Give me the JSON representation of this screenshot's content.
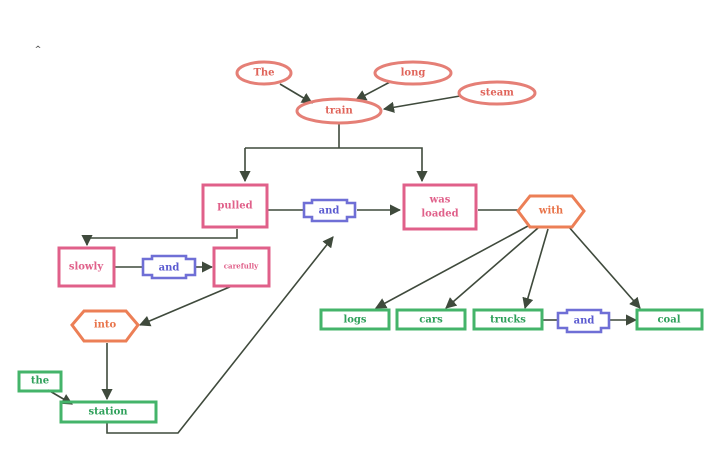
{
  "colors": {
    "oval": "#e57f76",
    "oval_text": "#e0645a",
    "box_pink": "#e0608a",
    "box_pink_text": "#e0608a",
    "conj": "#6f6fd6",
    "conj_text": "#5a5ad0",
    "hex": "#ec7f56",
    "hex_text": "#e8744a",
    "box_green": "#44b46a",
    "box_green_text": "#2fa05a",
    "edge": "#3f4a3c"
  },
  "nodes": {
    "the_top": "The",
    "long": "long",
    "steam": "steam",
    "train": "train",
    "pulled": "pulled",
    "and_1": "and",
    "was_loaded": [
      "was",
      "loaded"
    ],
    "with": "with",
    "slowly": "slowly",
    "and_2": "and",
    "carefully": "carefully",
    "into": "into",
    "the_bottom": "the",
    "station": "station",
    "logs": "logs",
    "cars": "cars",
    "trucks": "trucks",
    "and_3": "and",
    "coal": "coal"
  }
}
